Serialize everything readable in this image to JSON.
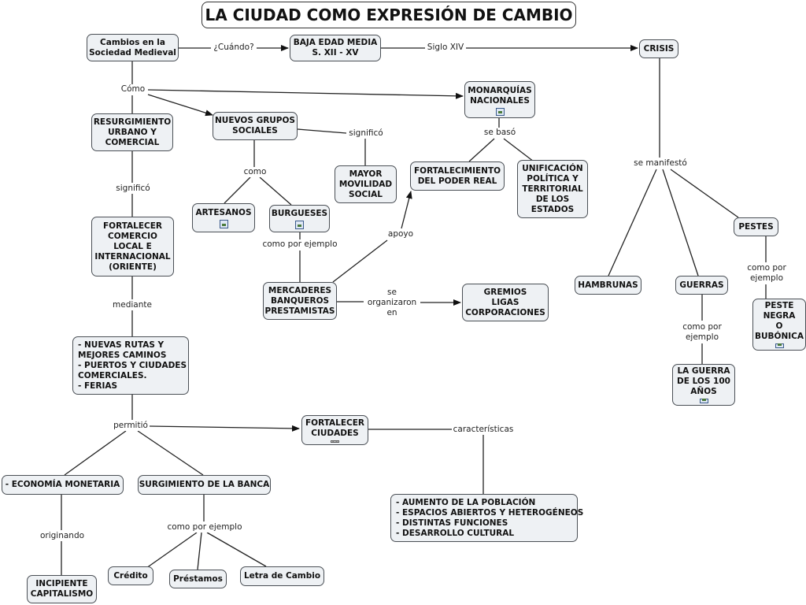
{
  "title": "LA CIUDAD COMO EXPRESIÓN DE CAMBIO",
  "nodes": {
    "cambios": [
      "Cambios en la",
      "Sociedad Medieval"
    ],
    "baja_edad": [
      "BAJA EDAD MEDIA",
      "S. XII - XV"
    ],
    "crisis": [
      "CRISIS"
    ],
    "monarquias": [
      "MONARQUÍAS",
      "NACIONALES"
    ],
    "resurgimiento": [
      "RESURGIMIENTO",
      "URBANO Y",
      "COMERCIAL"
    ],
    "nuevos_grupos": [
      "NUEVOS GRUPOS",
      "SOCIALES"
    ],
    "mayor_movilidad": [
      "MAYOR",
      "MOVILIDAD",
      "SOCIAL"
    ],
    "fortalecimiento": [
      "FORTALECIMIENTO",
      "DEL PODER REAL"
    ],
    "unificacion": [
      "UNIFICACIÓN",
      "POLÍTICA Y",
      "TERRITORIAL",
      "DE LOS",
      "ESTADOS"
    ],
    "artesanos": [
      "ARTESANOS"
    ],
    "burgueses": [
      "BURGUESES"
    ],
    "fortalecer_comercio": [
      "FORTALECER",
      "COMERCIO",
      "LOCAL E",
      "INTERNACIONAL",
      "(ORIENTE)"
    ],
    "mercaderes": [
      "MERCADERES",
      "BANQUEROS",
      "PRESTAMISTAS"
    ],
    "gremios": [
      "GREMIOS",
      "LIGAS",
      "CORPORACIONES"
    ],
    "pestes": [
      "PESTES"
    ],
    "hambrunas": [
      "HAMBRUNAS"
    ],
    "guerras": [
      "GUERRAS"
    ],
    "peste_negra": [
      "PESTE",
      "NEGRA",
      "O",
      "BUBÓNICA"
    ],
    "guerra_100": [
      "LA GUERRA",
      "DE LOS 100",
      "AÑOS"
    ],
    "nuevas_rutas": [
      "- NUEVAS RUTAS Y",
      "MEJORES CAMINOS",
      "- PUERTOS Y CIUDADES",
      "COMERCIALES.",
      "- FERIAS"
    ],
    "fortalecer_ciudades": [
      "FORTALECER",
      "CIUDADES"
    ],
    "economia": [
      "- ECONOMÍA MONETARIA"
    ],
    "banca": [
      "SURGIMIENTO DE LA BANCA"
    ],
    "caracteristicas": [
      "- AUMENTO DE LA POBLACIÓN",
      "- ESPACIOS ABIERTOS Y HETEROGÉNEOS",
      "- DISTINTAS FUNCIONES",
      "- DESARROLLO CULTURAL"
    ],
    "incipiente": [
      "INCIPIENTE",
      "CAPITALISMO"
    ],
    "credito": [
      "Crédito"
    ],
    "prestamos": [
      "Préstamos"
    ],
    "letra": [
      "Letra de Cambio"
    ]
  },
  "labels": {
    "cuando": [
      "¿Cuándo?"
    ],
    "siglo": [
      "Siglo XIV"
    ],
    "como1": [
      "Cómo"
    ],
    "significo1": [
      "significó"
    ],
    "se_baso": [
      "se basó"
    ],
    "como2": [
      "como"
    ],
    "significo2": [
      "significó"
    ],
    "se_manifesto": [
      "se manifestó"
    ],
    "como_ejemplo1": [
      "como por ejemplo"
    ],
    "apoyo": [
      "apoyo"
    ],
    "mediante": [
      "mediante"
    ],
    "se_organizaron": [
      "se",
      "organizaron",
      "en"
    ],
    "como_ejemplo2": [
      "como por",
      "ejemplo"
    ],
    "como_ejemplo3": [
      "como por",
      "ejemplo"
    ],
    "permitio": [
      "permitió"
    ],
    "caracteristicas_lbl": [
      "características"
    ],
    "originando": [
      "originando"
    ],
    "como_ejemplo4": [
      "como por ejemplo"
    ]
  },
  "icons": {
    "monarquias": "image-icon",
    "artesanos": "image-icon",
    "burgueses": "image-icon",
    "peste_negra": "image-icon",
    "guerra_100": "image-icon",
    "fortalecer_ciudades": "document-icon"
  }
}
